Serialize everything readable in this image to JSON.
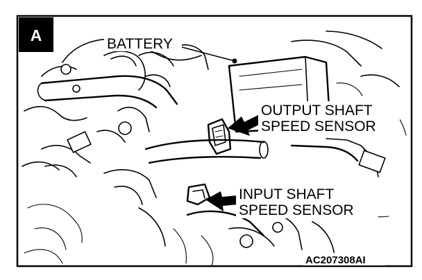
{
  "figure": {
    "badge": "A",
    "labels": {
      "battery": "BATTERY",
      "output_line1": "OUTPUT SHAFT",
      "output_line2": "SPEED SENSOR",
      "input_line1": "INPUT SHAFT",
      "input_line2": "SPEED SENSOR"
    },
    "code": "AC207308AI"
  }
}
